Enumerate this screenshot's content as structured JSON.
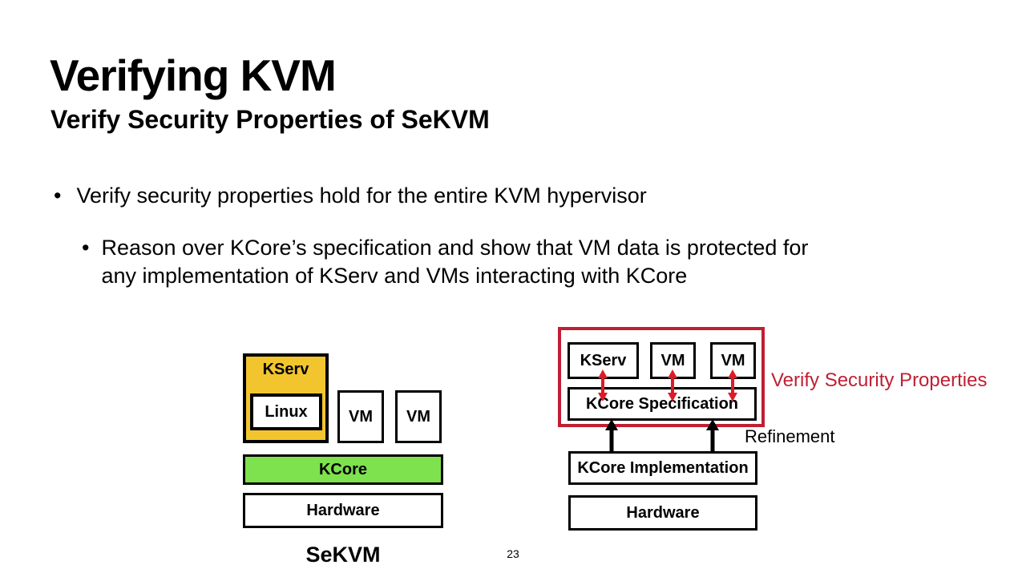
{
  "colors": {
    "kserv_yellow": "#F2C52F",
    "kcore_green": "#7EE14E",
    "accent_red": "#C01F33",
    "arrow_red": "#DD1B26"
  },
  "header": {
    "title": "Verifying KVM",
    "subtitle": "Verify Security Properties of SeKVM"
  },
  "bullets": {
    "glyph": "•",
    "level1": "Verify security properties hold for the entire KVM hypervisor",
    "level2_line1": "Reason over KCore’s specification and show that VM data is protected for",
    "level2_line2": "any implementation of KServ and VMs interacting with KCore"
  },
  "sekvm_diagram": {
    "kserv": "KServ",
    "linux": "Linux",
    "vm_left": "VM",
    "vm_right": "VM",
    "kcore": "KCore",
    "hardware": "Hardware",
    "caption": "SeKVM"
  },
  "verification_diagram": {
    "kserv": "KServ",
    "vm_left": "VM",
    "vm_right": "VM",
    "kcore_spec": "KCore Specification",
    "kcore_impl": "KCore Implementation",
    "hardware": "Hardware",
    "verify_annotation": "Verify Security Properties",
    "refinement_annotation": "Refinement"
  },
  "footer": {
    "page_number": "23"
  }
}
